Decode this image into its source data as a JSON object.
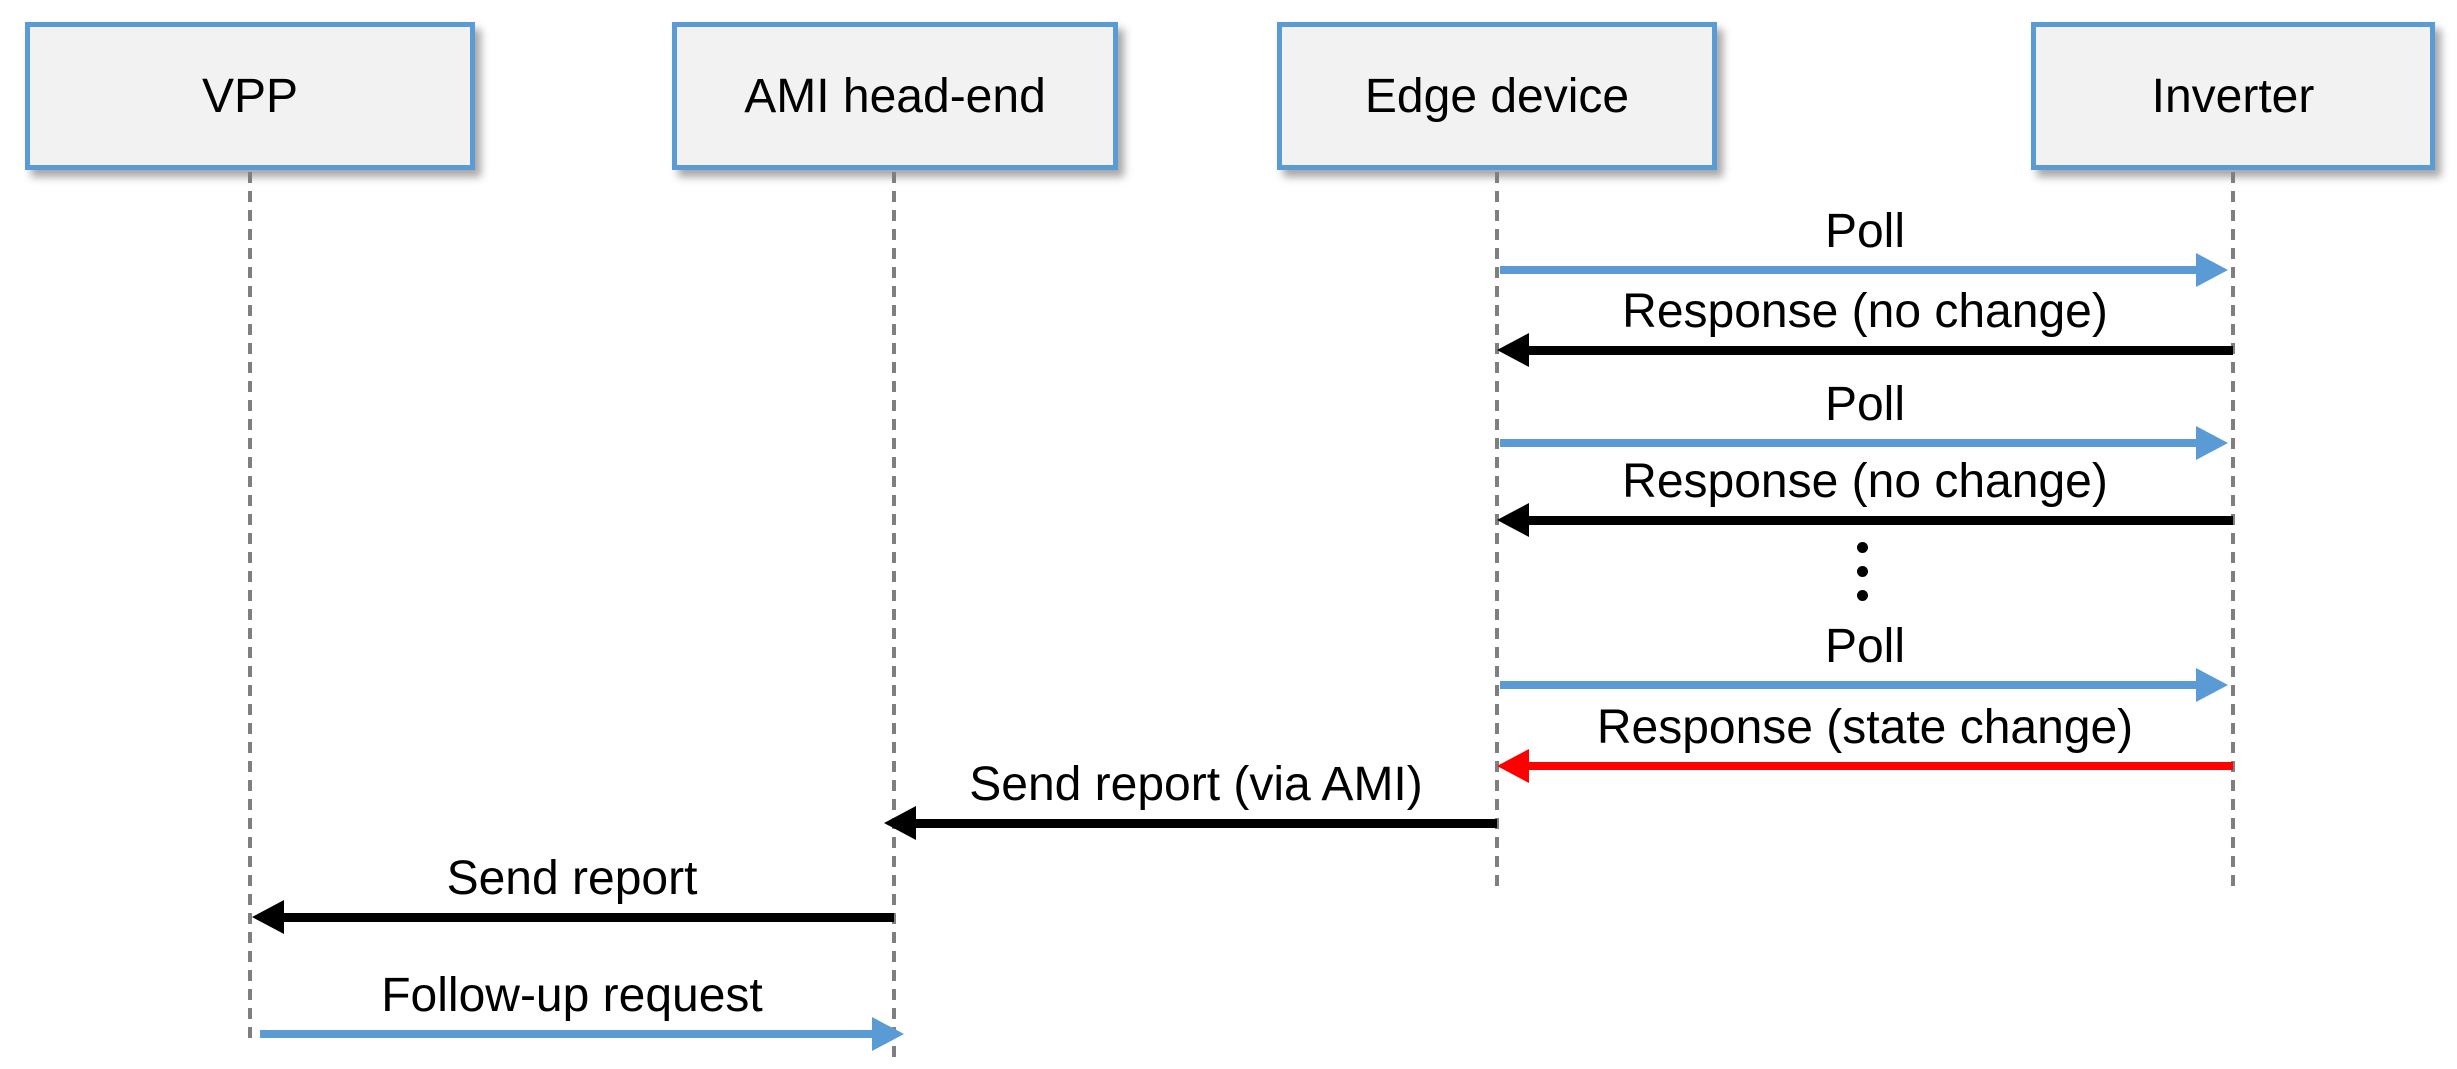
{
  "diagram": {
    "type": "sequence-diagram",
    "actors": [
      {
        "id": "vpp",
        "label": "VPP"
      },
      {
        "id": "ami",
        "label": "AMI head-end"
      },
      {
        "id": "edge",
        "label": "Edge device"
      },
      {
        "id": "inverter",
        "label": "Inverter"
      }
    ],
    "messages": [
      {
        "label": "Poll",
        "from": "edge",
        "to": "inverter",
        "color": "blue"
      },
      {
        "label": "Response (no change)",
        "from": "inverter",
        "to": "edge",
        "color": "black"
      },
      {
        "label": "Poll",
        "from": "edge",
        "to": "inverter",
        "color": "blue"
      },
      {
        "label": "Response (no change)",
        "from": "inverter",
        "to": "edge",
        "color": "black"
      },
      {
        "label": "Poll",
        "from": "edge",
        "to": "inverter",
        "color": "blue"
      },
      {
        "label": "Response (state change)",
        "from": "inverter",
        "to": "edge",
        "color": "red"
      },
      {
        "label": "Send report (via AMI)",
        "from": "edge",
        "to": "ami",
        "color": "black"
      },
      {
        "label": "Send report",
        "from": "ami",
        "to": "vpp",
        "color": "black"
      },
      {
        "label": "Follow-up request",
        "from": "vpp",
        "to": "ami",
        "color": "blue"
      }
    ],
    "continuation": {
      "icon": "vertical-ellipsis-dots"
    },
    "colors": {
      "accent_blue": "#5B9BD5",
      "alert_red": "#FF0000",
      "message_black": "#000000",
      "box_fill": "#F2F2F2",
      "lifeline_gray": "#7F7F7F"
    }
  }
}
